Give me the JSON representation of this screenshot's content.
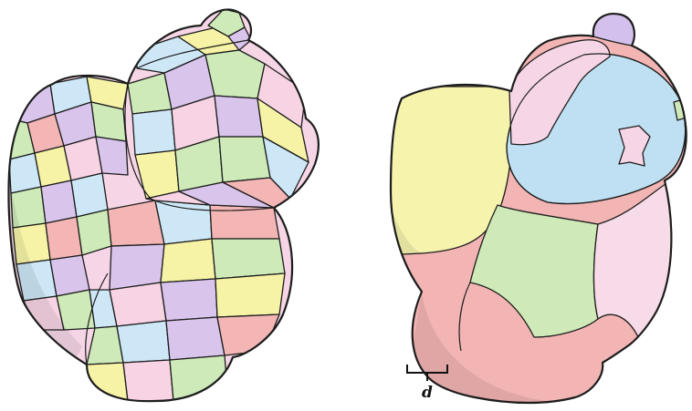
{
  "figure": {
    "left_panel": {
      "mode": "over-segmentation",
      "patch_colors": [
        "#d9c4ec",
        "#cde7f6",
        "#f7d3e3",
        "#f6f3a6",
        "#cdeab8",
        "#f3b6b4"
      ]
    },
    "right_panel": {
      "mode": "coarse-segmentation",
      "segment_colors": {
        "ear": "#d3c0ec",
        "head": "#bfe0f3",
        "face_patch": "#f6d6e6",
        "tail": "#f6f3ad",
        "torso": "#cfeab8",
        "arm": "#f7dbe8",
        "base": "#f2b5b4"
      }
    },
    "scale_bar": {
      "label": "d"
    }
  }
}
